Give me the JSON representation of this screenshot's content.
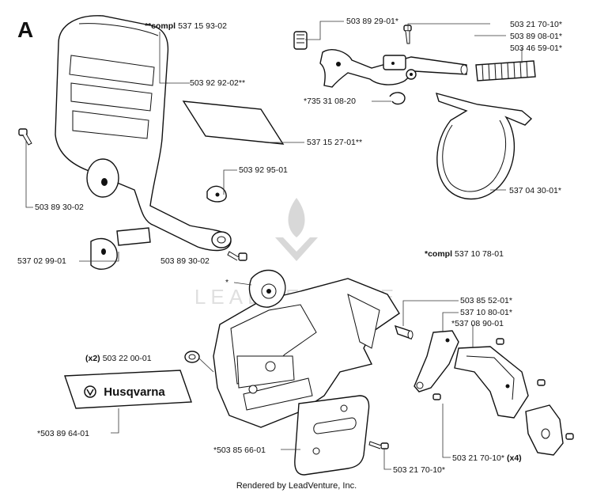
{
  "section_letter": "A",
  "watermark": "LEADVENTURE",
  "footer": "Rendered by LeadVenture, Inc.",
  "brand_decal": "Husqvarna",
  "labels": {
    "compl_top_prefix": "**compl",
    "compl_top_num": "537 15 93-02",
    "p_503922902": "503 92 92-02**",
    "p_537152701": "537 15 27-01**",
    "p_503922295": "503 92 95-01",
    "p_503893002_a": "503 89 30-02",
    "p_537029901": "537 02 99-01",
    "p_503893002_b": "503 89 30-02",
    "p_503892901": "503 89 29-01*",
    "p_735310820": "*735 31 08-20",
    "p_503217010_a": "503 21 70-10*",
    "p_503890801": "503 89 08-01*",
    "p_503465901": "503 46 59-01*",
    "p_537043001": "537 04 30-01*",
    "compl_mid_prefix": "*compl",
    "compl_mid_num": "537 10 78-01",
    "star": "*",
    "p_503855201": "503 85 52-01*",
    "p_537108001": "537 10 80-01*",
    "p_537089001": "*537 08 90-01",
    "x2_prefix": "(x2)",
    "p_503220001": "503 22 00-01",
    "p_503896401": "*503 89 64-01",
    "p_503856601": "*503 85 66-01",
    "p_503217010_b_num": "503 21 70-10*",
    "p_503217010_b_suffix": "(x4)",
    "p_503217010_c": "503 21 70-10*"
  }
}
